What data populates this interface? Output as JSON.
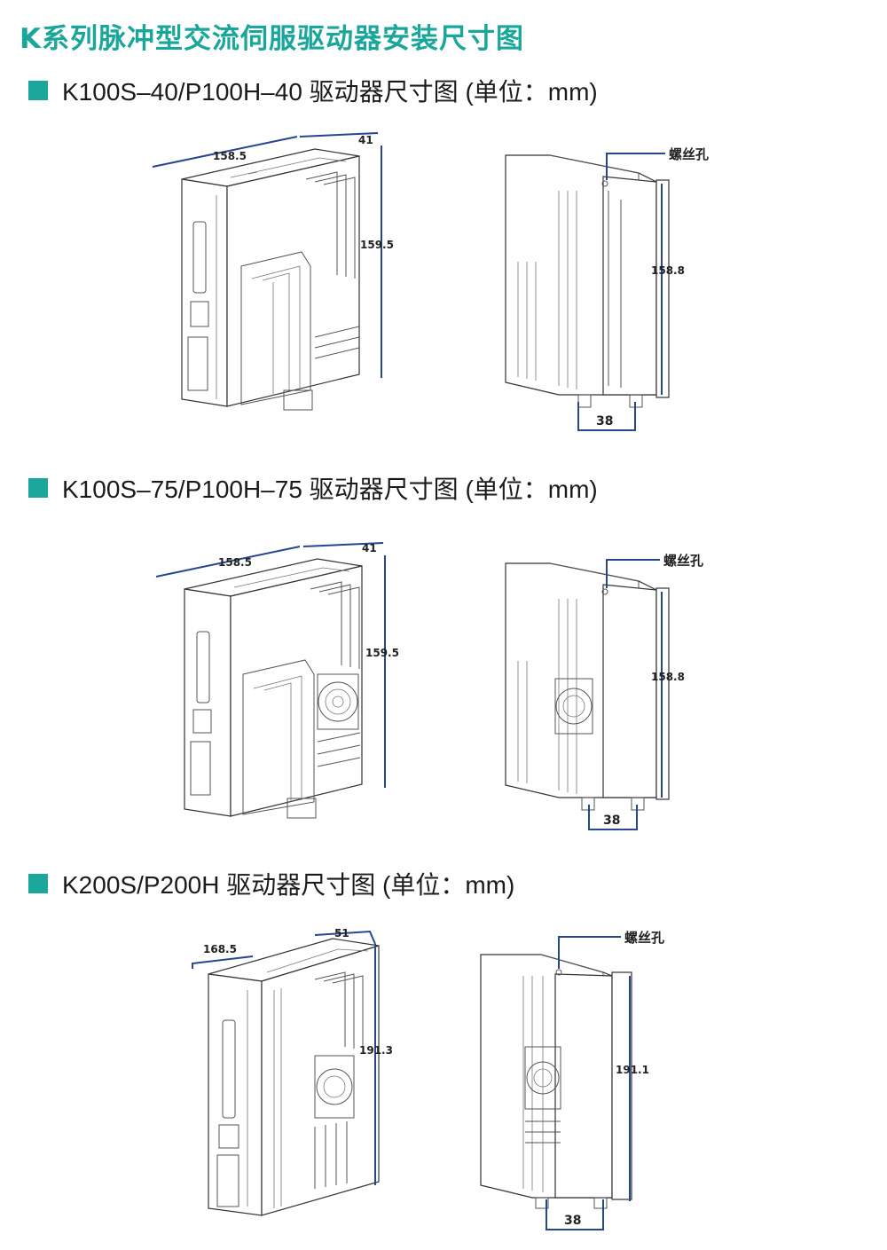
{
  "title": "K系列脉冲型交流伺服驱动器安装尺寸图",
  "colors": {
    "accent": "#1aa69b",
    "dimension": "#27468f"
  },
  "sections": [
    {
      "heading": "K100S–40/P100H–40 驱动器尺寸图 (单位：mm)",
      "front": {
        "depth": "158.5",
        "width": "41",
        "height": "159.5"
      },
      "side": {
        "hole_label": "螺丝孔",
        "height": "158.8",
        "width": "38"
      }
    },
    {
      "heading": "K100S–75/P100H–75 驱动器尺寸图 (单位：mm)",
      "front": {
        "depth": "158.5",
        "width": "41",
        "height": "159.5"
      },
      "side": {
        "hole_label": "螺丝孔",
        "height": "158.8",
        "width": "38"
      }
    },
    {
      "heading": "K200S/P200H 驱动器尺寸图 (单位：mm)",
      "front": {
        "depth": "168.5",
        "width": "51",
        "height": "191.3"
      },
      "side": {
        "hole_label": "螺丝孔",
        "height": "191.1",
        "width": "38"
      }
    }
  ]
}
